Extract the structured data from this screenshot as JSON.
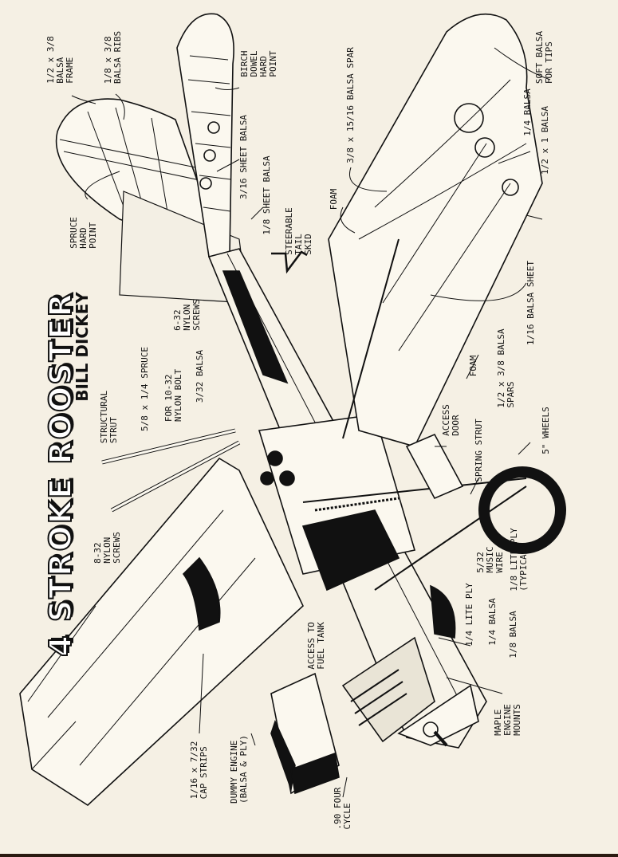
{
  "title": "4 STROKE ROOSTER",
  "author": "BILL DICKEY",
  "colors": {
    "ink": "#111111",
    "paper": "#f5f0e4"
  },
  "labels": {
    "stab_frame": "1/2 x 3/8\nBALSA\nFRAME",
    "stab_ribs": "1/8 x 3/8\nBALSA RIBS",
    "birch_dowel": "BIRCH\nDOWEL\nHARD\nPOINT",
    "sheet_3_16": "3/16 SHEET BALSA",
    "sheet_1_8": "1/8 SHEET BALSA",
    "tail_skid": "STEERABLE\nTAIL\nSKID",
    "spruce_hard_point": "SPRUCE\nHARD\nPOINT",
    "nylon_6_32": "6-32\nNYLON\nSCREWS",
    "balsa_3_32": "3/32 BALSA",
    "nylon_bolt": "FOR 10-32\nNYLON BOLT",
    "spruce_5_8": "5/8 x 1/4 SPRUCE",
    "structural_strut": "STRUCTURAL\nSTRUT",
    "nylon_8_32": "8-32\nNYLON\nSCREWS",
    "spar_3_8": "3/8 x 15/16 BALSA SPAR",
    "foam_top": "FOAM",
    "soft_tips": "SOFT BALSA\nFOR TIPS",
    "balsa_1_4_top": "1/4 BALSA",
    "balsa_1_2x1": "1/2 x 1 BALSA",
    "balsa_sheet_1_16": "1/16 BALSA SHEET",
    "spars_1_2": "1/2 x 3/8 BALSA\nSPARS",
    "foam_lower": "FOAM",
    "access_door": "ACCESS\nDOOR",
    "spring_strut": "SPRING STRUT",
    "wheels": "5\" WHEELS",
    "music_wire": "5/32\nMUSIC\nWIRE",
    "lite_ply_1_8": "1/8 LITE PLY\n(TYPICAL)",
    "lite_ply_1_4": "1/4 LITE PLY",
    "balsa_1_4_low": "1/4 BALSA",
    "balsa_1_8_low": "1/8 BALSA",
    "fuel_tank": "ACCESS TO\nFUEL TANK",
    "engine_mounts": "MAPLE\nENGINE\nMOUNTS",
    "cap_strips": "1/16 x 7/32\nCAP STRIPS",
    "dummy_engine": "DUMMY ENGINE\n(BALSA & PLY)",
    "engine": ".90 FOUR\nCYCLE"
  }
}
